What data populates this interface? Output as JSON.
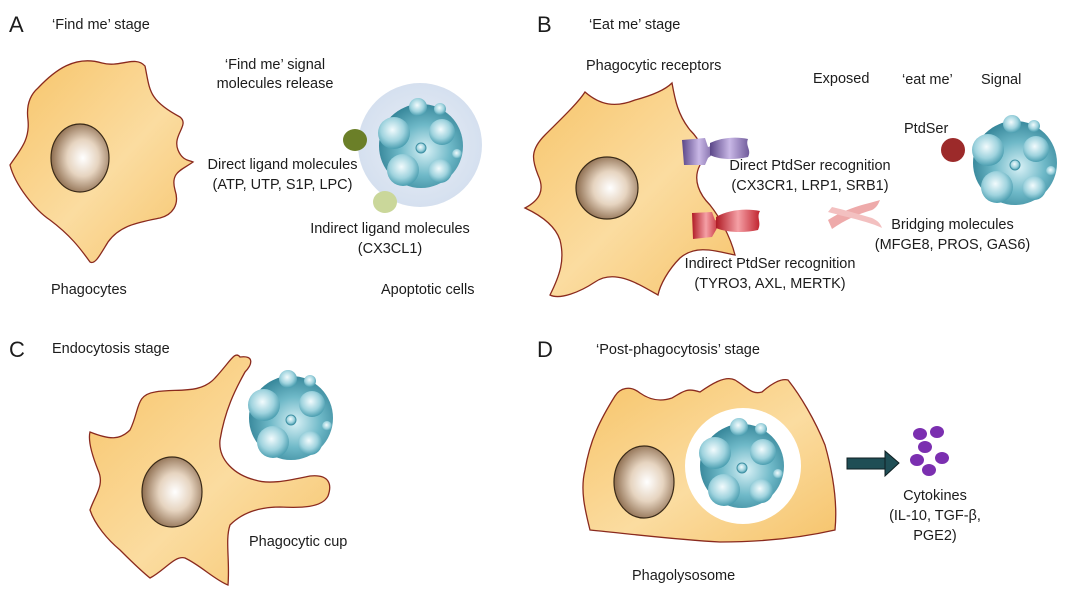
{
  "panels": {
    "A": {
      "letter": "A",
      "title": "‘Find me’ stage",
      "signal_line1": "‘Find me’ signal",
      "signal_line2": "molecules release",
      "direct_line1": "Direct ligand molecules",
      "direct_line2": "(ATP, UTP, S1P, LPC)",
      "indirect_line1": "Indirect ligand molecules",
      "indirect_line2": "(CX3CL1)",
      "phagocytes_label": "Phagocytes",
      "apoptotic_label": "Apoptotic cells"
    },
    "B": {
      "letter": "B",
      "title": "‘Eat me’ stage",
      "receptors_label": "Phagocytic receptors",
      "exposed": "Exposed",
      "eat_me": "‘eat me’",
      "signal": "Signal",
      "ptdser": "PtdSer",
      "direct_line1": "Direct PtdSer recognition",
      "direct_line2": "(CX3CR1, LRP1, SRB1)",
      "bridging_line1": "Bridging molecules",
      "bridging_line2": "(MFGE8, PROS, GAS6)",
      "indirect_line1": "Indirect PtdSer recognition",
      "indirect_line2": "(TYRO3, AXL, MERTK)"
    },
    "C": {
      "letter": "C",
      "title": "Endocytosis  stage",
      "cup_label": "Phagocytic cup"
    },
    "D": {
      "letter": "D",
      "title": "‘Post-phagocytosis’ stage",
      "phagolysosome_label": "Phagolysosome",
      "cytokines_line1": "Cytokines",
      "cytokines_line2": "(IL-10, TGF-β,",
      "cytokines_line3": "PGE2)"
    }
  },
  "colors": {
    "cell_fill": "#f9cd7e",
    "cell_outline": "#8a2a1e",
    "nucleus": "#8b6a48",
    "apoptotic": "#4a9fb0",
    "halo": "#dfe7f3",
    "direct_ligand": "#6b7f28",
    "indirect_ligand": "#cad79a",
    "receptor_direct": "#6f5a9a",
    "receptor_indirect": "#c0232e",
    "ptdser": "#9c2a2a",
    "bridging": "#eeaaaa",
    "arrow": "#1f4e55",
    "cytokine": "#7b2fb0"
  }
}
